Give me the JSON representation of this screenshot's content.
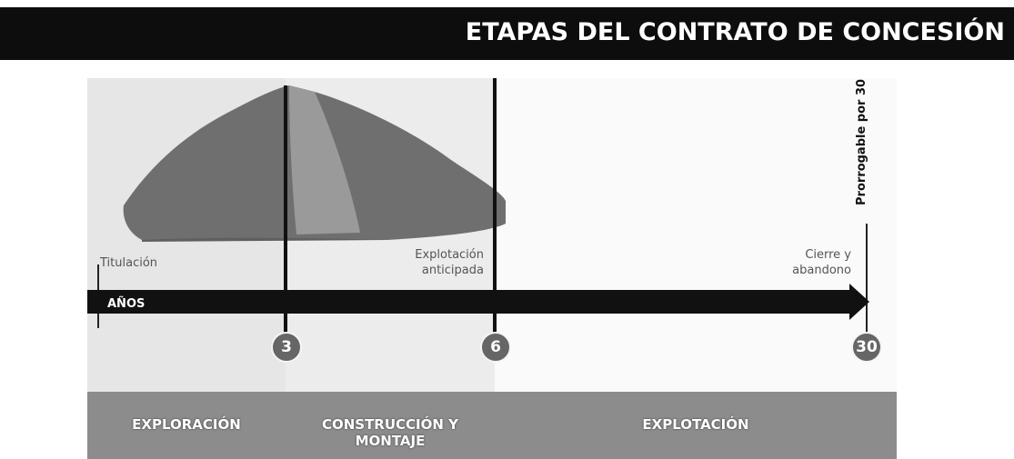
{
  "header": {
    "title": "ETAPAS DEL CONTRATO DE CONCESIÓN"
  },
  "timeline": {
    "axis_label": "AÑOS",
    "markers": [
      "3",
      "6",
      "30"
    ],
    "extension_note": "Prorrogable por 30 +"
  },
  "phases": {
    "titulacion": "Titulación",
    "explotacion_anticipada_line1": "Explotación",
    "explotacion_anticipada_line2": "anticipada",
    "cierre_line1": "Cierre y",
    "cierre_line2": "abandono"
  },
  "stages": {
    "exploracion": "EXPLORACIÓN",
    "construccion_line1": "CONSTRUCCIÓN Y",
    "construccion_line2": "MONTAJE",
    "explotacion": "EXPLOTACIÓN"
  },
  "colors": {
    "header_bg": "#0d0d0d",
    "axis": "#111111",
    "stage_bar": "#8c8c8c",
    "marker": "#666666"
  }
}
